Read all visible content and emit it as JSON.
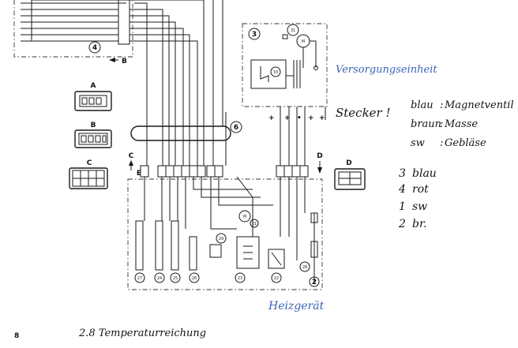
{
  "page": {
    "number": "8"
  },
  "caption": {
    "text": "2.8 Temperaturreichung"
  },
  "components": {
    "controller": "4",
    "blower_motor_unit": "3",
    "harness": "6",
    "heater": "2",
    "connector_A": "A",
    "connector_B": "B",
    "connector_C": "C",
    "connector_D": "D",
    "arrow_B": "B",
    "arrow_C": "C",
    "arrow_D": "D",
    "small_E": "E"
  },
  "numbered_parts": {
    "n31": "31",
    "n33": "33",
    "n21": "21",
    "n29": "29",
    "n23": "23",
    "n22": "22",
    "n28": "28",
    "n27": "27",
    "n24": "24",
    "n25": "25",
    "n26": "26"
  },
  "handwritten": {
    "unit_label": "Versorgungseinheit",
    "heater_label": "Heizgerät",
    "plug_note": "Stecker !",
    "legend": [
      {
        "color": "blau",
        "meaning": "Magnetventil"
      },
      {
        "color": "braun",
        "meaning": "Masse"
      },
      {
        "color": "sw",
        "meaning": "Gebläse"
      }
    ],
    "pin_list": [
      {
        "num": "3",
        "color": "blau"
      },
      {
        "num": "4",
        "color": "rot"
      },
      {
        "num": "1",
        "color": "sw"
      },
      {
        "num": "2",
        "color": "br."
      }
    ]
  },
  "colors": {
    "handwriting_blue": "#3a64b4",
    "ink": "#141414"
  }
}
